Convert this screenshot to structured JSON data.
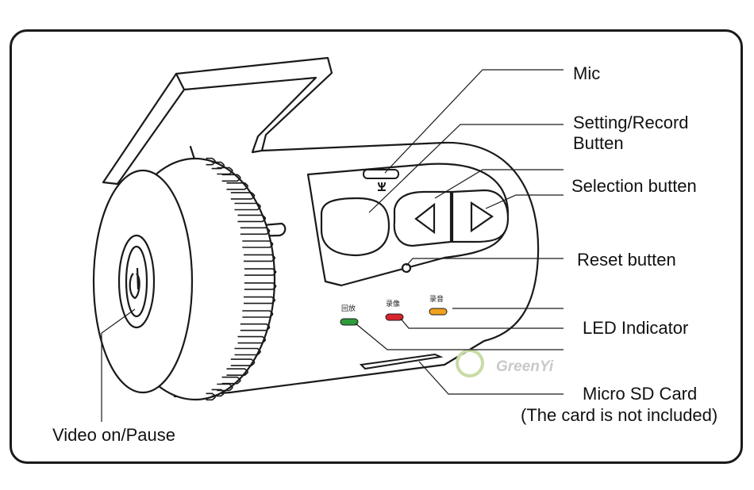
{
  "callouts": {
    "mic": "Mic",
    "setting_record_line1": "Setting/Record",
    "setting_record_line2": "Butten",
    "selection": "Selection butten",
    "reset": "Reset butten",
    "led": "LED Indicator",
    "sd_line1": "Micro SD Card",
    "sd_line2": "(The card is not included)",
    "video": "Video on/Pause"
  },
  "led_captions": [
    "回放",
    "录像",
    "录音"
  ],
  "led_colors": [
    "#2e9c3a",
    "#d8252c",
    "#f0a11c"
  ],
  "watermark": "GreenYi",
  "colors": {
    "outline": "#1a1a1a",
    "body_fill": "#ffffff",
    "watermark": "#c9c9c9"
  }
}
